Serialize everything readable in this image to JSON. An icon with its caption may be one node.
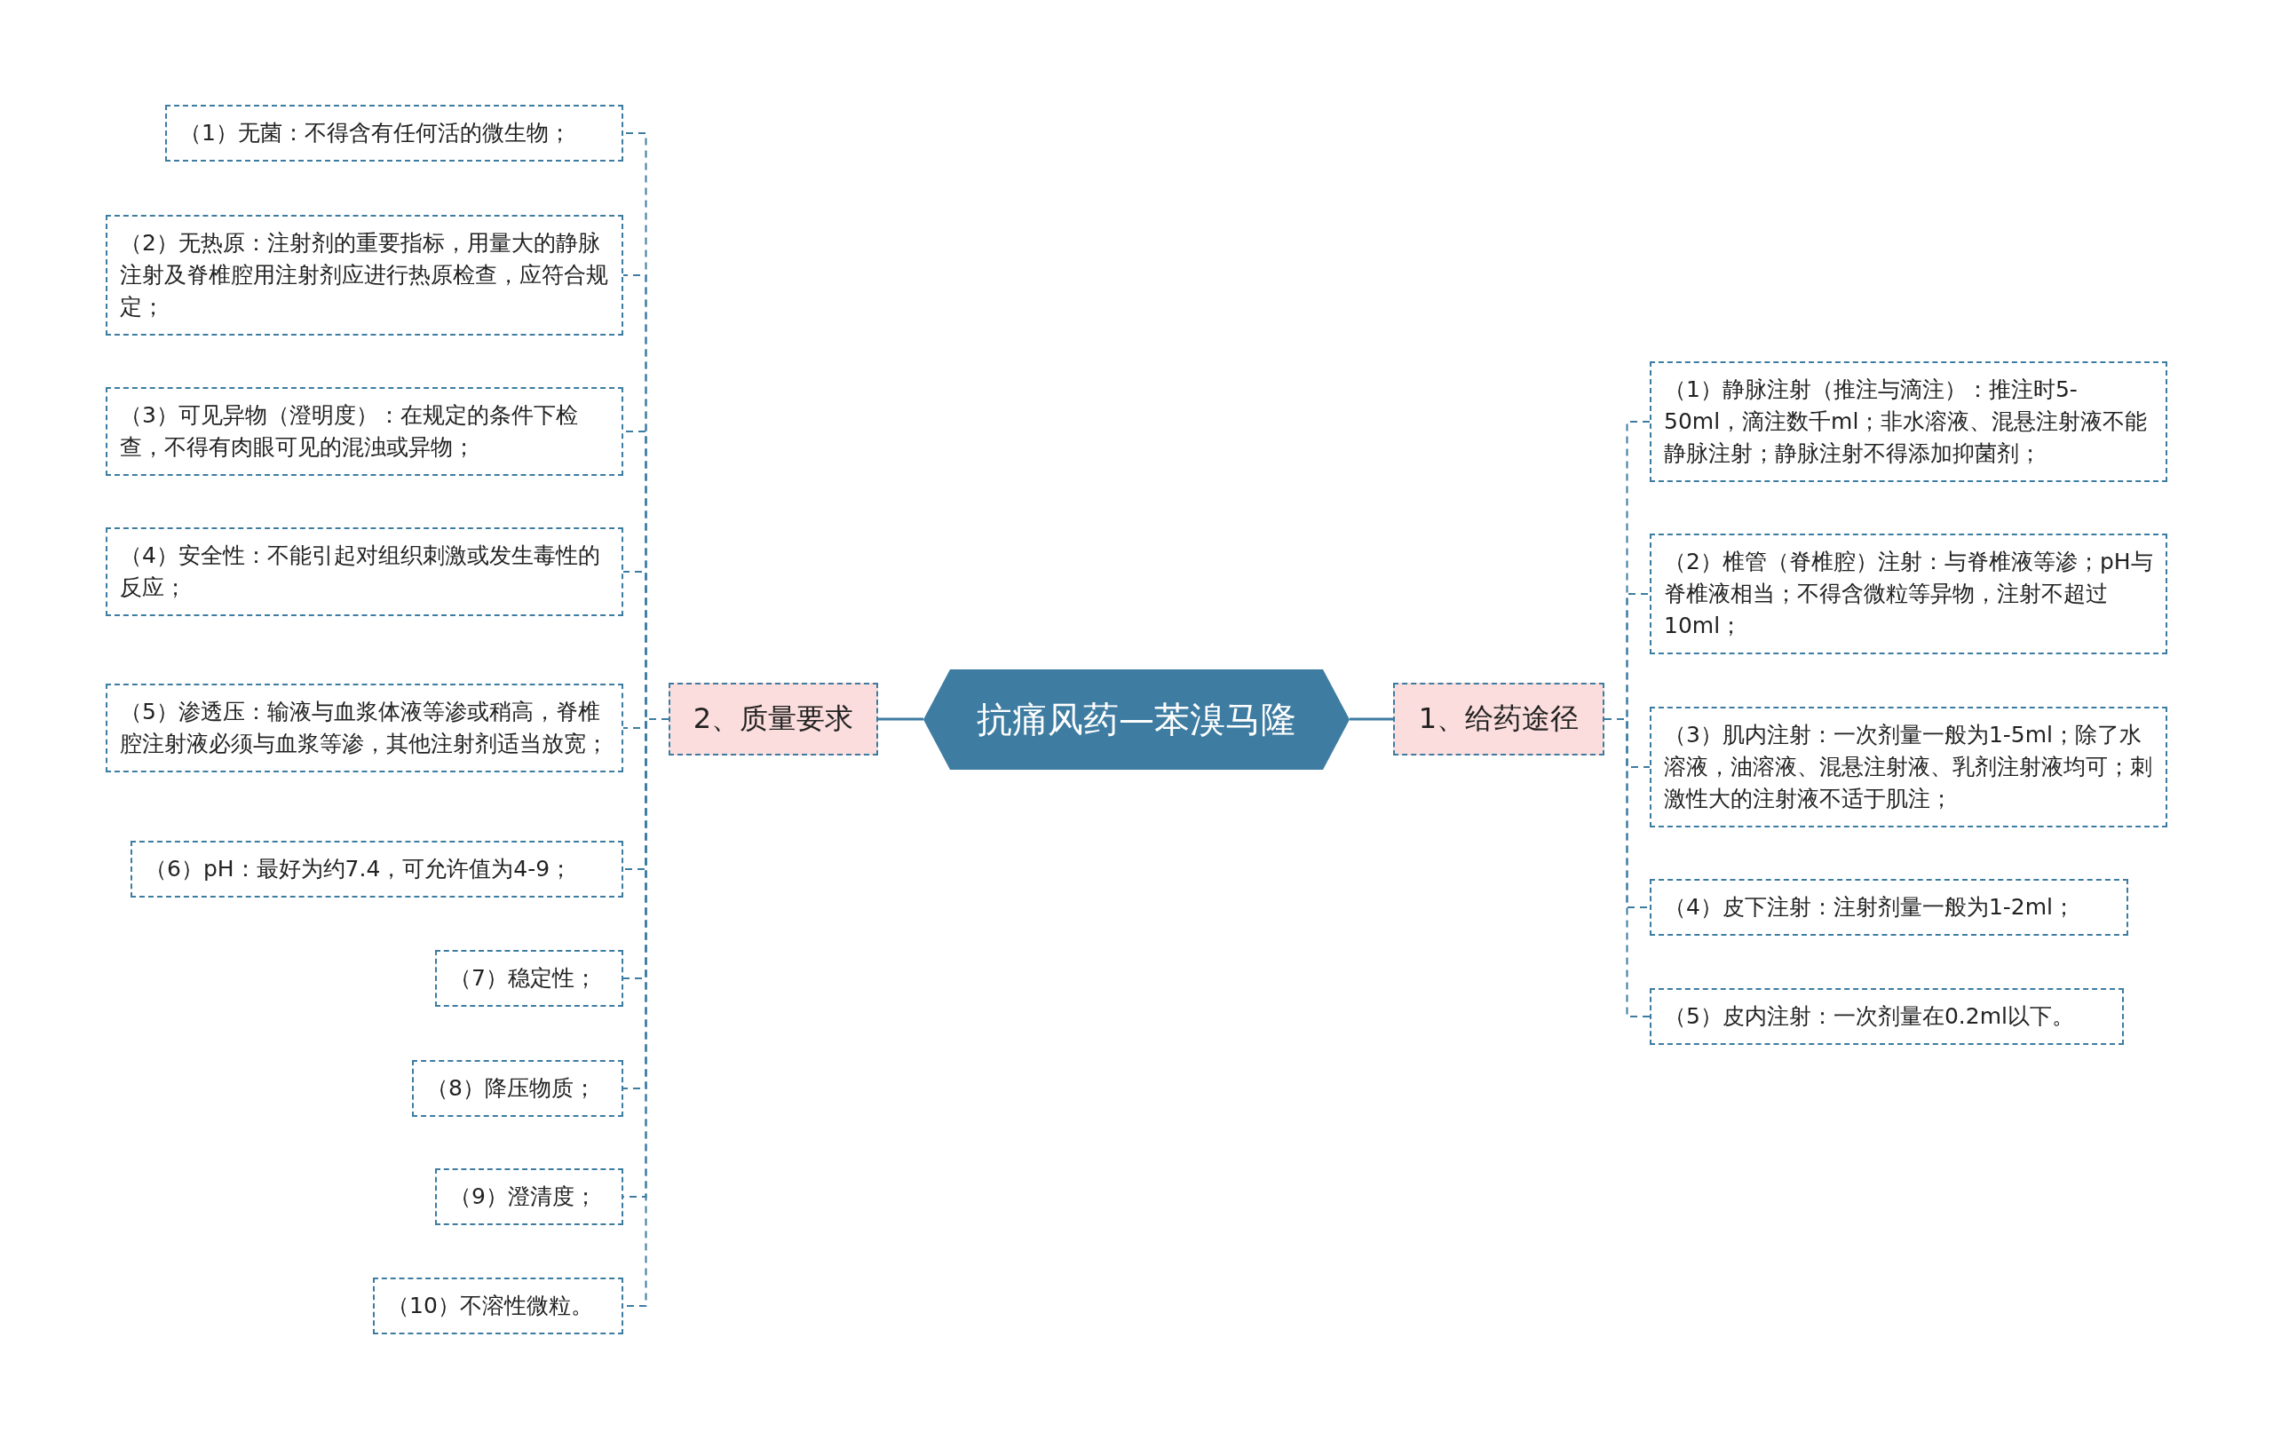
{
  "diagram": {
    "nodes": [
      {
        "text": [
          "抗痛风药—苯溴马隆"
        ]
      },
      {
        "text": [
          "1、给药途径"
        ]
      },
      {
        "text": [
          "（1）静脉注射（推注与滴注）：推注时5-50ml，滴注数千ml；非水溶液、混悬注射液不能静脉注射；静脉注射不得添加抑菌剂；"
        ]
      },
      {
        "text": [
          "（2）椎管（脊椎腔）注射：与脊椎液等渗；pH与脊椎液相当；不得含微粒等异物，注射不超过10ml；"
        ]
      },
      {
        "text": [
          "（3）肌内注射：一次剂量一般为1-5ml；除了水溶液，油溶液、混悬注射液、乳剂注射液均可；刺激性大的注射液不适于肌注；"
        ]
      },
      {
        "text": [
          "（4）皮下注射：注射剂量一般为1-2ml；"
        ]
      },
      {
        "text": [
          "（5）皮内注射：一次剂量在0.2ml以下。"
        ]
      },
      {
        "text": [
          "2、质量要求"
        ]
      },
      {
        "text": [
          "（1）无菌：不得含有任何活的微生物；"
        ]
      },
      {
        "text": [
          "（2）无热原：注射剂的重要指标，用量大的静脉注射及脊椎腔用注射剂应进行热原检查，应符合规定；"
        ]
      },
      {
        "text": [
          "（3）可见异物（澄明度）：在规定的条件下检查，不得有肉眼可见的混浊或异物；"
        ]
      },
      {
        "text": [
          "（4）安全性：不能引起对组织刺激或发生毒性的反应；"
        ]
      },
      {
        "text": [
          "（5）渗透压：输液与血浆体液等渗或稍高，脊椎腔注射液必须与血浆等渗，其他注射剂适当放宽；"
        ]
      },
      {
        "text": [
          "（6）pH：最好为约7.4，可允许值为4-9；"
        ]
      },
      {
        "text": [
          "（7）稳定性；"
        ]
      },
      {
        "text": [
          "（8）降压物质；"
        ]
      },
      {
        "text": [
          "（9）澄清度；"
        ]
      },
      {
        "text": [
          "（10）不溶性微粒。"
        ]
      }
    ],
    "edges": [
      {
        "from": 0,
        "to": 1,
        "arrow": "none"
      },
      {
        "from": 1,
        "to": 2,
        "arrow": "none",
        "style": "dashed"
      },
      {
        "from": 1,
        "to": 3,
        "arrow": "none",
        "style": "dashed"
      },
      {
        "from": 1,
        "to": 4,
        "arrow": "none",
        "style": "dashed"
      },
      {
        "from": 1,
        "to": 5,
        "arrow": "none",
        "style": "dashed"
      },
      {
        "from": 1,
        "to": 6,
        "arrow": "none",
        "style": "dashed"
      },
      {
        "from": 0,
        "to": 7,
        "arrow": "none"
      },
      {
        "from": 7,
        "to": 8,
        "arrow": "none",
        "style": "dashed"
      },
      {
        "from": 7,
        "to": 9,
        "arrow": "none",
        "style": "dashed"
      },
      {
        "from": 7,
        "to": 10,
        "arrow": "none",
        "style": "dashed"
      },
      {
        "from": 7,
        "to": 11,
        "arrow": "none",
        "style": "dashed"
      },
      {
        "from": 7,
        "to": 12,
        "arrow": "none",
        "style": "dashed"
      },
      {
        "from": 7,
        "to": 13,
        "arrow": "none",
        "style": "dashed"
      },
      {
        "from": 7,
        "to": 14,
        "arrow": "none",
        "style": "dashed"
      },
      {
        "from": 7,
        "to": 15,
        "arrow": "none",
        "style": "dashed"
      },
      {
        "from": 7,
        "to": 16,
        "arrow": "none",
        "style": "dashed"
      },
      {
        "from": 7,
        "to": 17,
        "arrow": "none",
        "style": "dashed"
      }
    ]
  }
}
